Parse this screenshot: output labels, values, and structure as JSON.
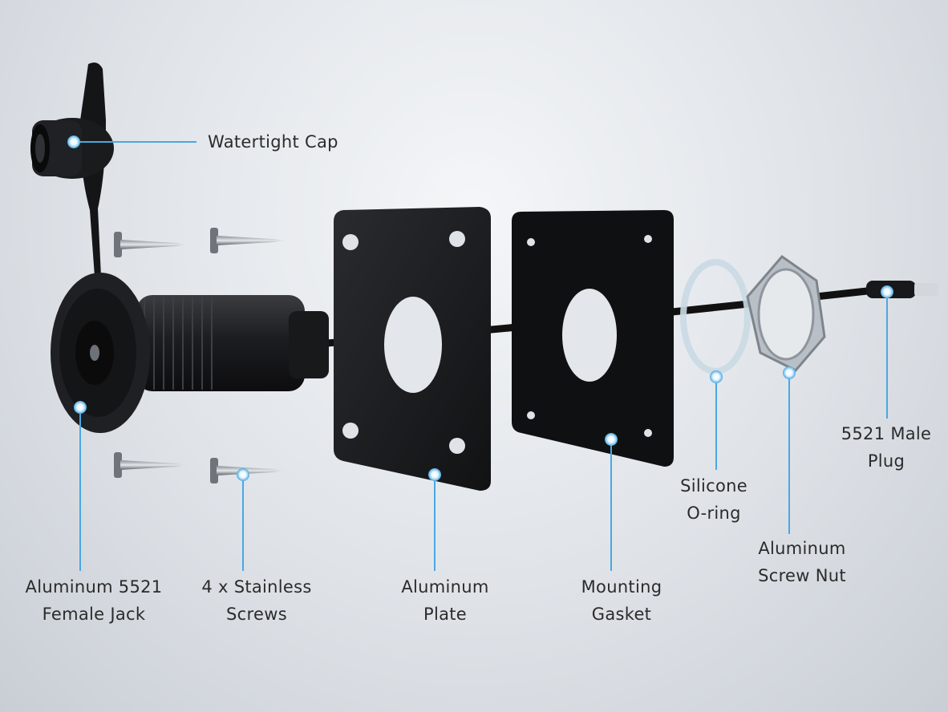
{
  "colors": {
    "accent": "#4aa8e0",
    "part": "#1b1c1e",
    "metal": "#c7ccd2",
    "text": "#2b2b2b"
  },
  "labels": {
    "watertight_cap": "Watertight Cap",
    "female_jack": [
      "Aluminum 5521",
      "Female Jack"
    ],
    "screws": [
      "4 x Stainless",
      "Screws"
    ],
    "plate": [
      "Aluminum",
      "Plate"
    ],
    "gasket": [
      "Mounting",
      "Gasket"
    ],
    "oring": [
      "Silicone",
      "O-ring"
    ],
    "nut": [
      "Aluminum",
      "Screw Nut"
    ],
    "male_plug": [
      "5521 Male",
      "Plug"
    ]
  }
}
